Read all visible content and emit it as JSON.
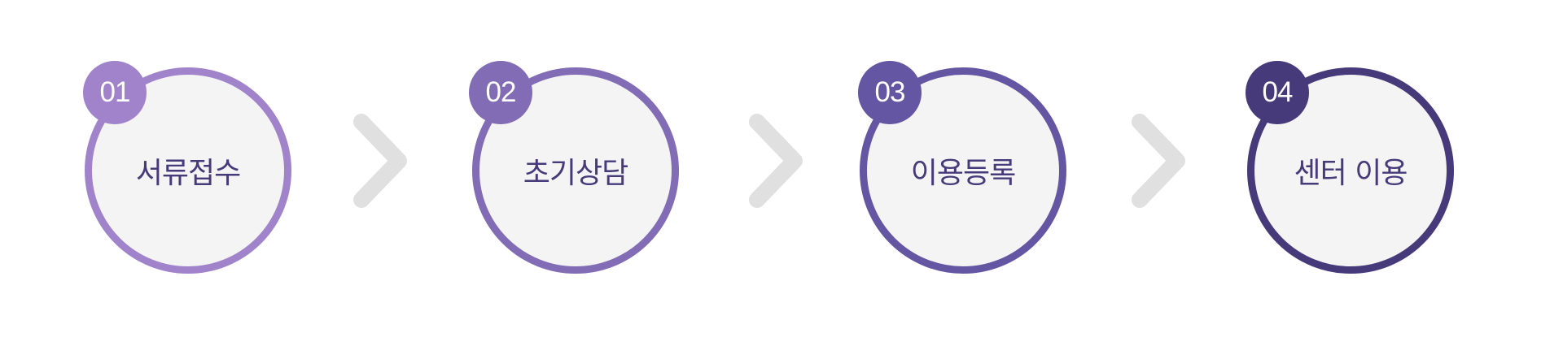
{
  "process": {
    "steps": [
      {
        "number": "01",
        "label": "서류접수",
        "color": "#a083cb"
      },
      {
        "number": "02",
        "label": "초기상담",
        "color": "#826cb5"
      },
      {
        "number": "03",
        "label": "이용등록",
        "color": "#6556a3"
      },
      {
        "number": "04",
        "label": "센터 이용",
        "color": "#463a7a"
      }
    ],
    "arrow_color": "#e0e0e0",
    "arrow_icon": "chevron-right-icon",
    "circle_fill": "#f4f4f4",
    "label_color": "#463a7a"
  }
}
